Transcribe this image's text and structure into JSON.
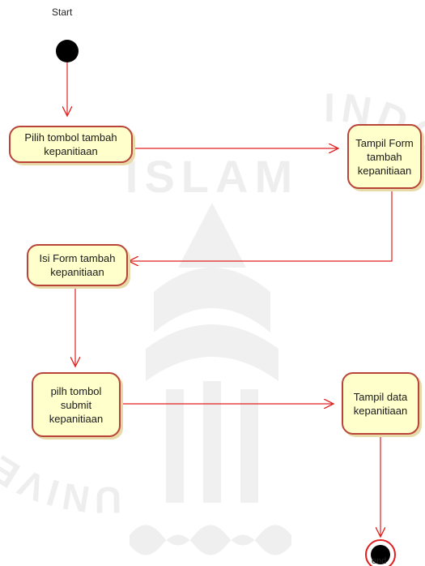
{
  "diagram": {
    "start_label": "Start",
    "end_label": "end",
    "nodes": {
      "pilih_tombol_tambah": "Pilih tombol tambah\nkepanitiaan",
      "tampil_form": "Tampil Form\ntambah\nkepanitiaan",
      "isi_form": "Isi Form  tambah\nkepanitiaan",
      "pilih_tombol_submit": "pilh tombol\nsubmit\nkepanitiaan",
      "tampil_data": "Tampil data\nkepanitiaan"
    }
  },
  "watermark": {
    "top_word": "ISLAM",
    "right_word": "INDONESIA",
    "left_word": "UNIVERSITAS"
  },
  "colors": {
    "node_fill": "#ffffcc",
    "node_border": "#b8443a",
    "flow_line": "#e02020",
    "start_fill": "#000000"
  }
}
